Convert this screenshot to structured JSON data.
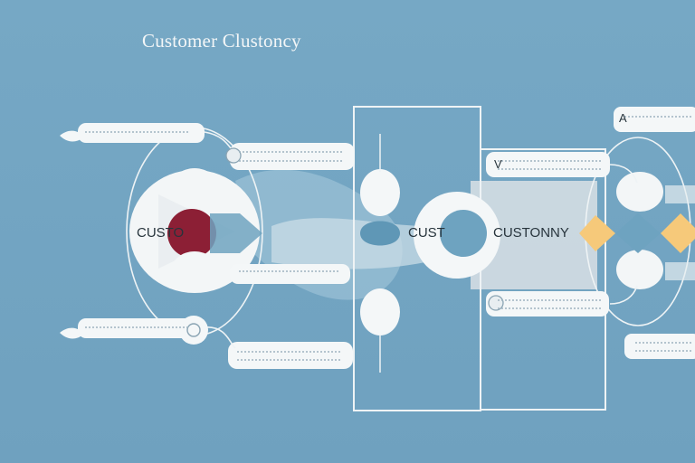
{
  "title": "Customer Clustoncy",
  "nodes": {
    "left_label": "CUSTO",
    "center_label": "CUST",
    "right_label": "CUSTONNY",
    "left_small_label": "V",
    "right_small_label": "A"
  },
  "colors": {
    "background": "#74a6c3",
    "accent_red": "#8c1f35",
    "accent_yellow": "#f6c97a",
    "accent_blue": "#5f97b6",
    "card": "#f4f7f8"
  },
  "icons": [
    "leaf-icon",
    "leaf-icon",
    "circle-marker-icon"
  ]
}
